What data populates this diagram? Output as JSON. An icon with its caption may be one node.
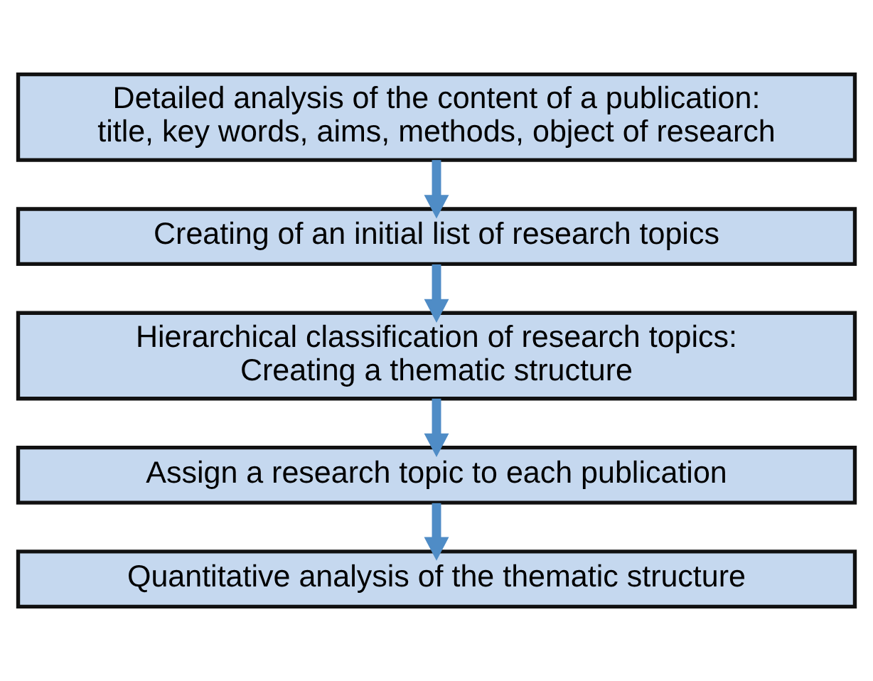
{
  "diagram": {
    "nodes": [
      {
        "text": [
          "Detailed analysis of the content of a publication: title, key words, aims, methods, object of research"
        ]
      },
      {
        "text": [
          "Creating of an initial list of research topics"
        ]
      },
      {
        "text": [
          "Hierarchical classification of research topics: Creating a thematic structure"
        ]
      },
      {
        "text": [
          "Assign a research topic to each publication"
        ]
      },
      {
        "text": [
          "Quantitative analysis of the thematic structure"
        ]
      }
    ],
    "edges": [
      {
        "from": 0,
        "to": 1,
        "arrow": "to"
      },
      {
        "from": 1,
        "to": 2,
        "arrow": "to"
      },
      {
        "from": 2,
        "to": 3,
        "arrow": "to"
      },
      {
        "from": 3,
        "to": 4,
        "arrow": "to"
      }
    ]
  }
}
